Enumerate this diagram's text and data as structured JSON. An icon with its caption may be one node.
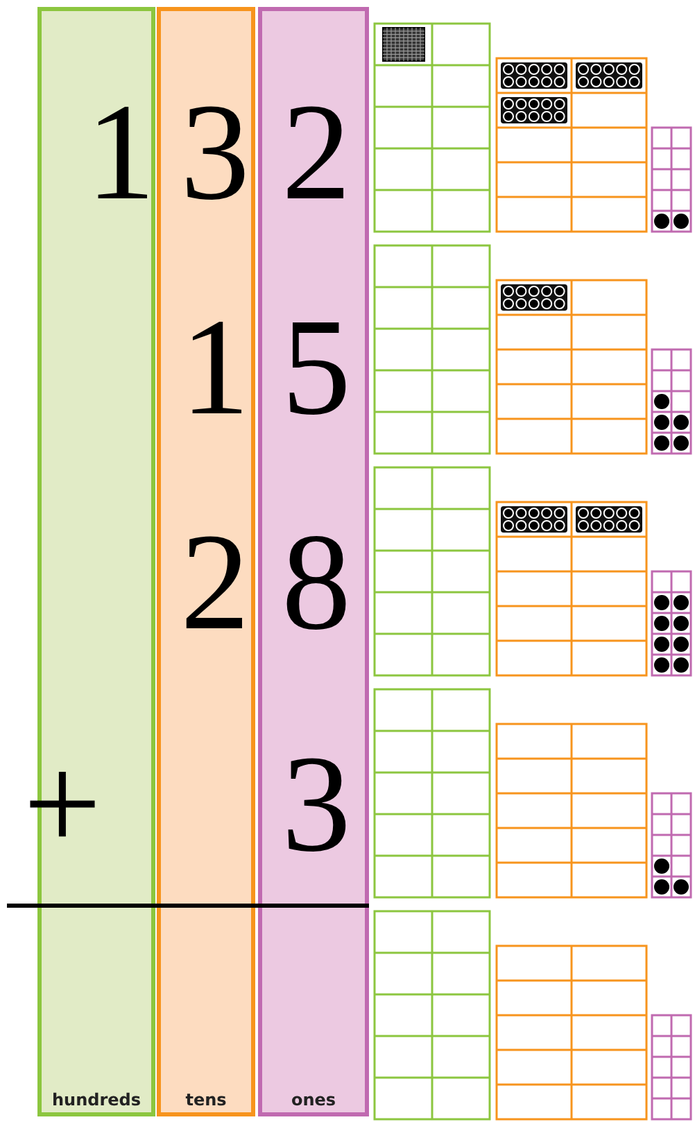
{
  "diagram": {
    "nodes": [
      {
        "text": [
          "hundreds"
        ]
      },
      {
        "text": [
          "tens"
        ]
      },
      {
        "text": [
          "ones"
        ]
      }
    ],
    "labels": [
      "1",
      "3",
      "2",
      "1",
      "5",
      "2",
      "8",
      "+",
      "3"
    ]
  }
}
